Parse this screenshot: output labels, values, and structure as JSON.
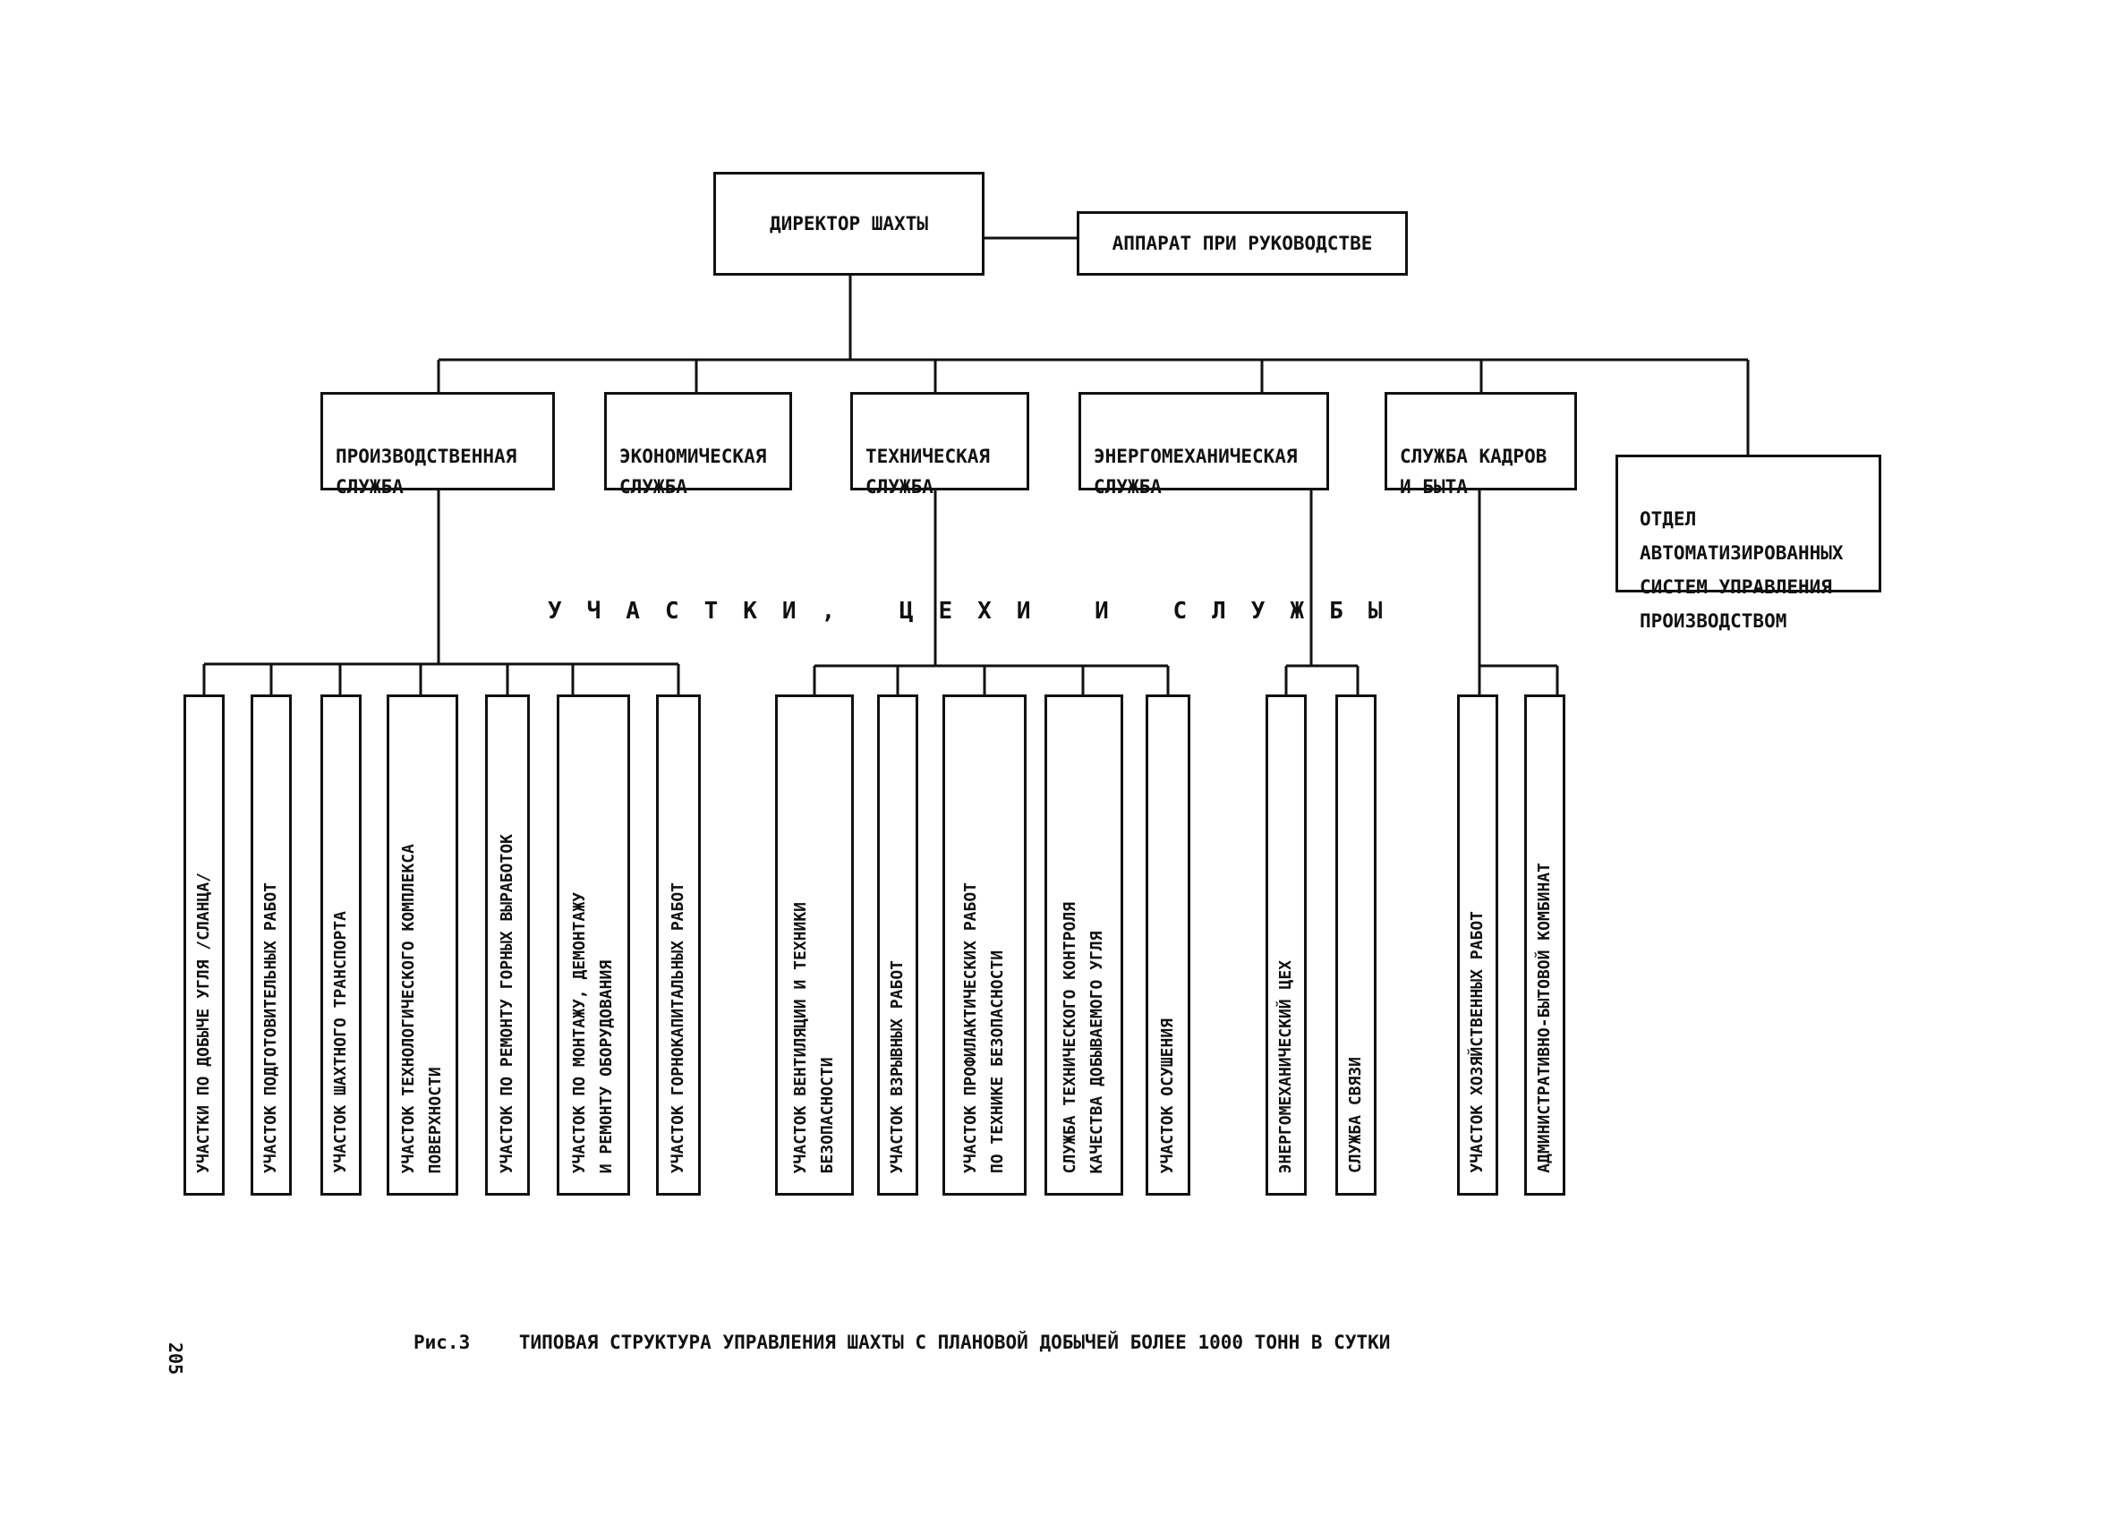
{
  "director": "ДИРЕКТОР ШАХТЫ",
  "apparatus": "АППАРАТ ПРИ РУКОВОДСТВЕ",
  "departments": [
    "ПРОИЗВОДСТВЕННАЯ\nСЛУЖБА",
    "ЭКОНОМИЧЕСКАЯ\nСЛУЖБА",
    "ТЕХНИЧЕСКАЯ\nСЛУЖБА",
    "ЭНЕРГОМЕХАНИЧЕСКАЯ\nСЛУЖБА",
    "СЛУЖБА КАДРОВ\nИ БЫТА"
  ],
  "asu_department": "ОТДЕЛ\nАВТОМАТИЗИРОВАННЫХ\nСИСТЕМ УПРАВЛЕНИЯ\nПРОИЗВОДСТВОМ",
  "section_label": "УЧАСТКИ, ЦЕХИ И СЛУЖБЫ",
  "units": {
    "production": [
      "УЧАСТКИ ПО ДОБЫЧЕ УГЛЯ /СЛАНЦА/",
      "УЧАСТОК ПОДГОТОВИТЕЛЬНЫХ РАБОТ",
      "УЧАСТОК ШАХТНОГО ТРАНСПОРТА",
      "УЧАСТОК ТЕХНОЛОГИЧЕСКОГО КОМПЛЕКСА\nПОВЕРХНОСТИ",
      "УЧАСТОК ПО РЕМОНТУ ГОРНЫХ ВЫРАБОТОК",
      "УЧАСТОК ПО МОНТАЖУ, ДЕМОНТАЖУ\nИ РЕМОНТУ ОБОРУДОВАНИЯ",
      "УЧАСТОК ГОРНОКАПИТАЛЬНЫХ РАБОТ"
    ],
    "technical": [
      "УЧАСТОК ВЕНТИЛЯЦИИ И ТЕХНИКИ\nБЕЗОПАСНОСТИ",
      "УЧАСТОК ВЗРЫВНЫХ РАБОТ",
      "УЧАСТОК ПРОФИЛАКТИЧЕСКИХ РАБОТ\nПО ТЕХНИКЕ БЕЗОПАСНОСТИ",
      "СЛУЖБА ТЕХНИЧЕСКОГО КОНТРОЛЯ\nКАЧЕСТВА ДОБЫВАЕМОГО УГЛЯ",
      "УЧАСТОК ОСУШЕНИЯ"
    ],
    "energy": [
      "ЭНЕРГОМЕХАНИЧЕСКИЙ ЦЕХ",
      "СЛУЖБА СВЯЗИ"
    ],
    "personnel": [
      "УЧАСТОК ХОЗЯЙСТВЕННЫХ РАБОТ",
      "АДМИНИСТРАТИВНО-БЫТОВОЙ КОМБИНАТ"
    ]
  },
  "caption": {
    "fig": "Рис.3",
    "text": "ТИПОВАЯ СТРУКТУРА УПРАВЛЕНИЯ ШАХТЫ С ПЛАНОВОЙ ДОБЫЧЕЙ БОЛЕЕ 1000 ТОНН В СУТКИ"
  },
  "page_number": "205"
}
